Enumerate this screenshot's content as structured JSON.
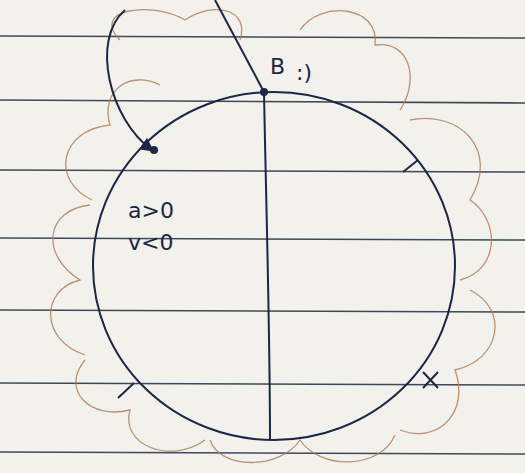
{
  "diagram": {
    "labels": [
      "B",
      ":)",
      "a>0",
      "v<0"
    ]
  }
}
